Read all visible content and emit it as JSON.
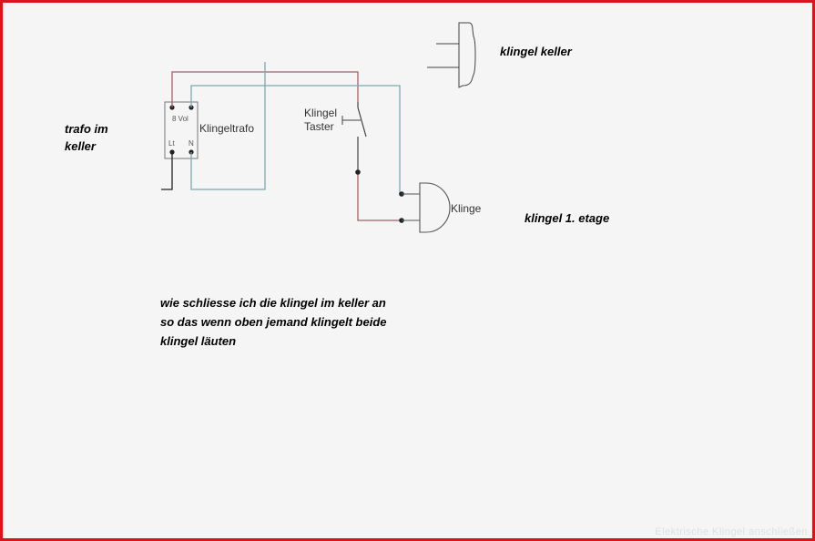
{
  "labels": {
    "klingel_keller": "klingel keller",
    "trafo_line1": "trafo im",
    "trafo_line2": "keller",
    "klingeltrafo": "Klingeltrafo",
    "trafo_voltage": "8 Vol",
    "terminal_l": "Lt",
    "terminal_n": "N",
    "taster_line1": "Klingel",
    "taster_line2": "Taster",
    "klinge": "Klinge",
    "klingel_etage": "klingel 1. etage"
  },
  "question": [
    "wie schliesse ich die klingel im keller an",
    "so das wenn oben jemand klingelt beide",
    "klingel läuten"
  ],
  "watermark": "Elektrische Klingel anschließen",
  "colors": {
    "border": "#d9141b",
    "wire_red": "#a3606a",
    "wire_blue": "#7aa9b4",
    "wire_black": "#222222"
  }
}
